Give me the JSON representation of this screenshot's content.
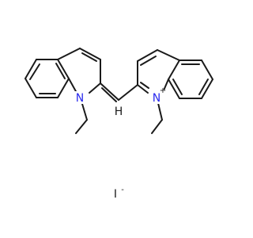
{
  "molecule": {
    "left_nitrogen": "N",
    "right_nitrogen": "N",
    "right_nitrogen_charge": "+",
    "bridge_hydrogen": "H",
    "counter_ion": "I",
    "counter_ion_charge": "-"
  }
}
